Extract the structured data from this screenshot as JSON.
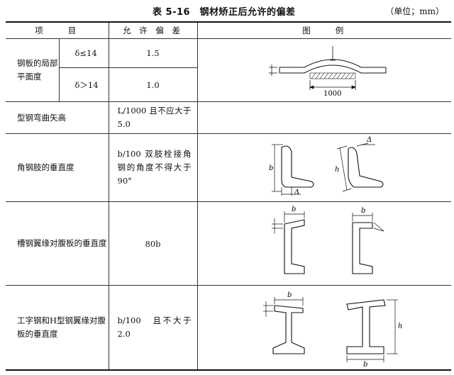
{
  "caption": {
    "title": "表 5-16　钢材矫正后允许的偏差",
    "unit": "（单位；mm）"
  },
  "header": {
    "item": "项　　目",
    "tolerance": "允 许 偏 差",
    "figure": "图　　例"
  },
  "rows": {
    "local_flatness": {
      "label": "钢板的局部平面度",
      "sub1": {
        "condition": "δ≤14",
        "tolerance": "1.5"
      },
      "sub2": {
        "condition": "δ＞14",
        "tolerance": "1.0"
      },
      "fig_dim": "1000"
    },
    "bending": {
      "label": "型钢弯曲矢高",
      "tolerance": "L/1000 且不应大于5.0"
    },
    "angle": {
      "label": "角钢肢的垂直度",
      "tolerance": "b/100 双肢栓接角钢的角度不得大于90°"
    },
    "channel": {
      "label": "槽钢翼缘对腹板的垂直度",
      "tolerance": "80b"
    },
    "ibeam": {
      "label": "工字钢和H型钢翼缘对腹板的垂直度",
      "tolerance": "b/100　且不大于2.0"
    }
  },
  "symbols": {
    "delta": "Δ",
    "b": "b",
    "h": "h"
  }
}
